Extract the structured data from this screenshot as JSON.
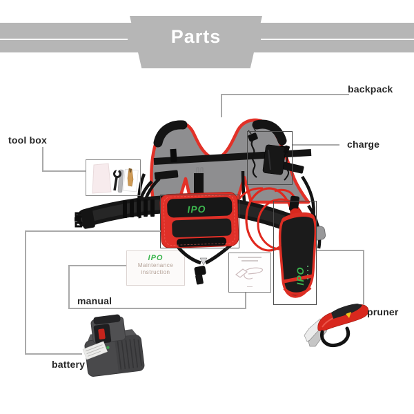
{
  "banner": {
    "title": "Parts",
    "bg_color": "#b6b6b6",
    "text_color": "#ffffff"
  },
  "callouts": {
    "backpack": {
      "label": "backpack"
    },
    "charge": {
      "label": "charge"
    },
    "tool_box": {
      "label": "tool box"
    },
    "manual": {
      "label": "manual"
    },
    "battery": {
      "label": "battery"
    },
    "pruner": {
      "label": "pruner"
    }
  },
  "brand": {
    "logo": "IPO"
  },
  "sheets": {
    "maintenance": {
      "logo": "IPO",
      "line1": "Maintenance",
      "line2": "instruction"
    }
  },
  "colors": {
    "accent_red": "#e0281e",
    "harness_red_trim": "#e23128",
    "brand_green": "#3cb54e",
    "harness_gray": "#8e8e90",
    "strap_black": "#161616",
    "banner_gray": "#b6b6b6",
    "connector_line_gray": "#a9a9a9",
    "label_text": "#262626"
  }
}
